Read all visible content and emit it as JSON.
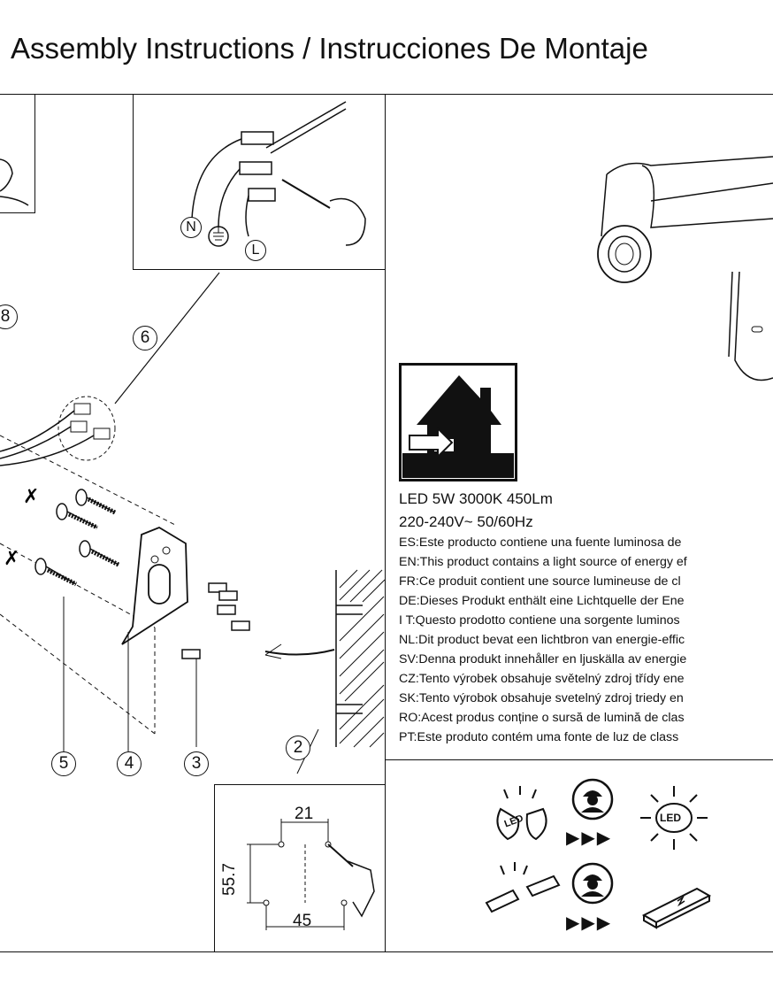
{
  "header": {
    "title": "Assembly Instructions / Instrucciones De Montaje"
  },
  "steps": {
    "s2": "2",
    "s3": "3",
    "s4": "4",
    "s5": "5",
    "s6": "6",
    "s8": "8"
  },
  "wiring": {
    "neutral": "N",
    "live": "L"
  },
  "dimensions": {
    "top": "21",
    "side": "55.7",
    "bottom": "45"
  },
  "specs": {
    "power": "LED 5W 3000K 450Lm",
    "voltage": "220-240V~  50/60Hz",
    "languages": [
      "ES:Este producto contiene una fuente luminosa de",
      "EN:This product contains a light source of energy ef",
      "FR:Ce produit contient une source lumineuse de cl",
      "DE:Dieses Produkt enthält eine Lichtquelle der Ene",
      "I T:Questo prodotto contiene una sorgente luminos",
      "NL:Dit product bevat een lichtbron van energie-effic",
      "SV:Denna produkt innehåller en ljuskälla av energie",
      "CZ:Tento výrobek obsahuje světelný zdroj třídy ene",
      "SK:Tento výrobok obsahuje svetelný zdroj triedy en",
      "RO:Acest produs conține o sursă de lumină de clas",
      "PT:Este produto contém uma fonte de luz de class"
    ]
  },
  "icons": {
    "led_label": "LED",
    "led_label2": "LED"
  }
}
